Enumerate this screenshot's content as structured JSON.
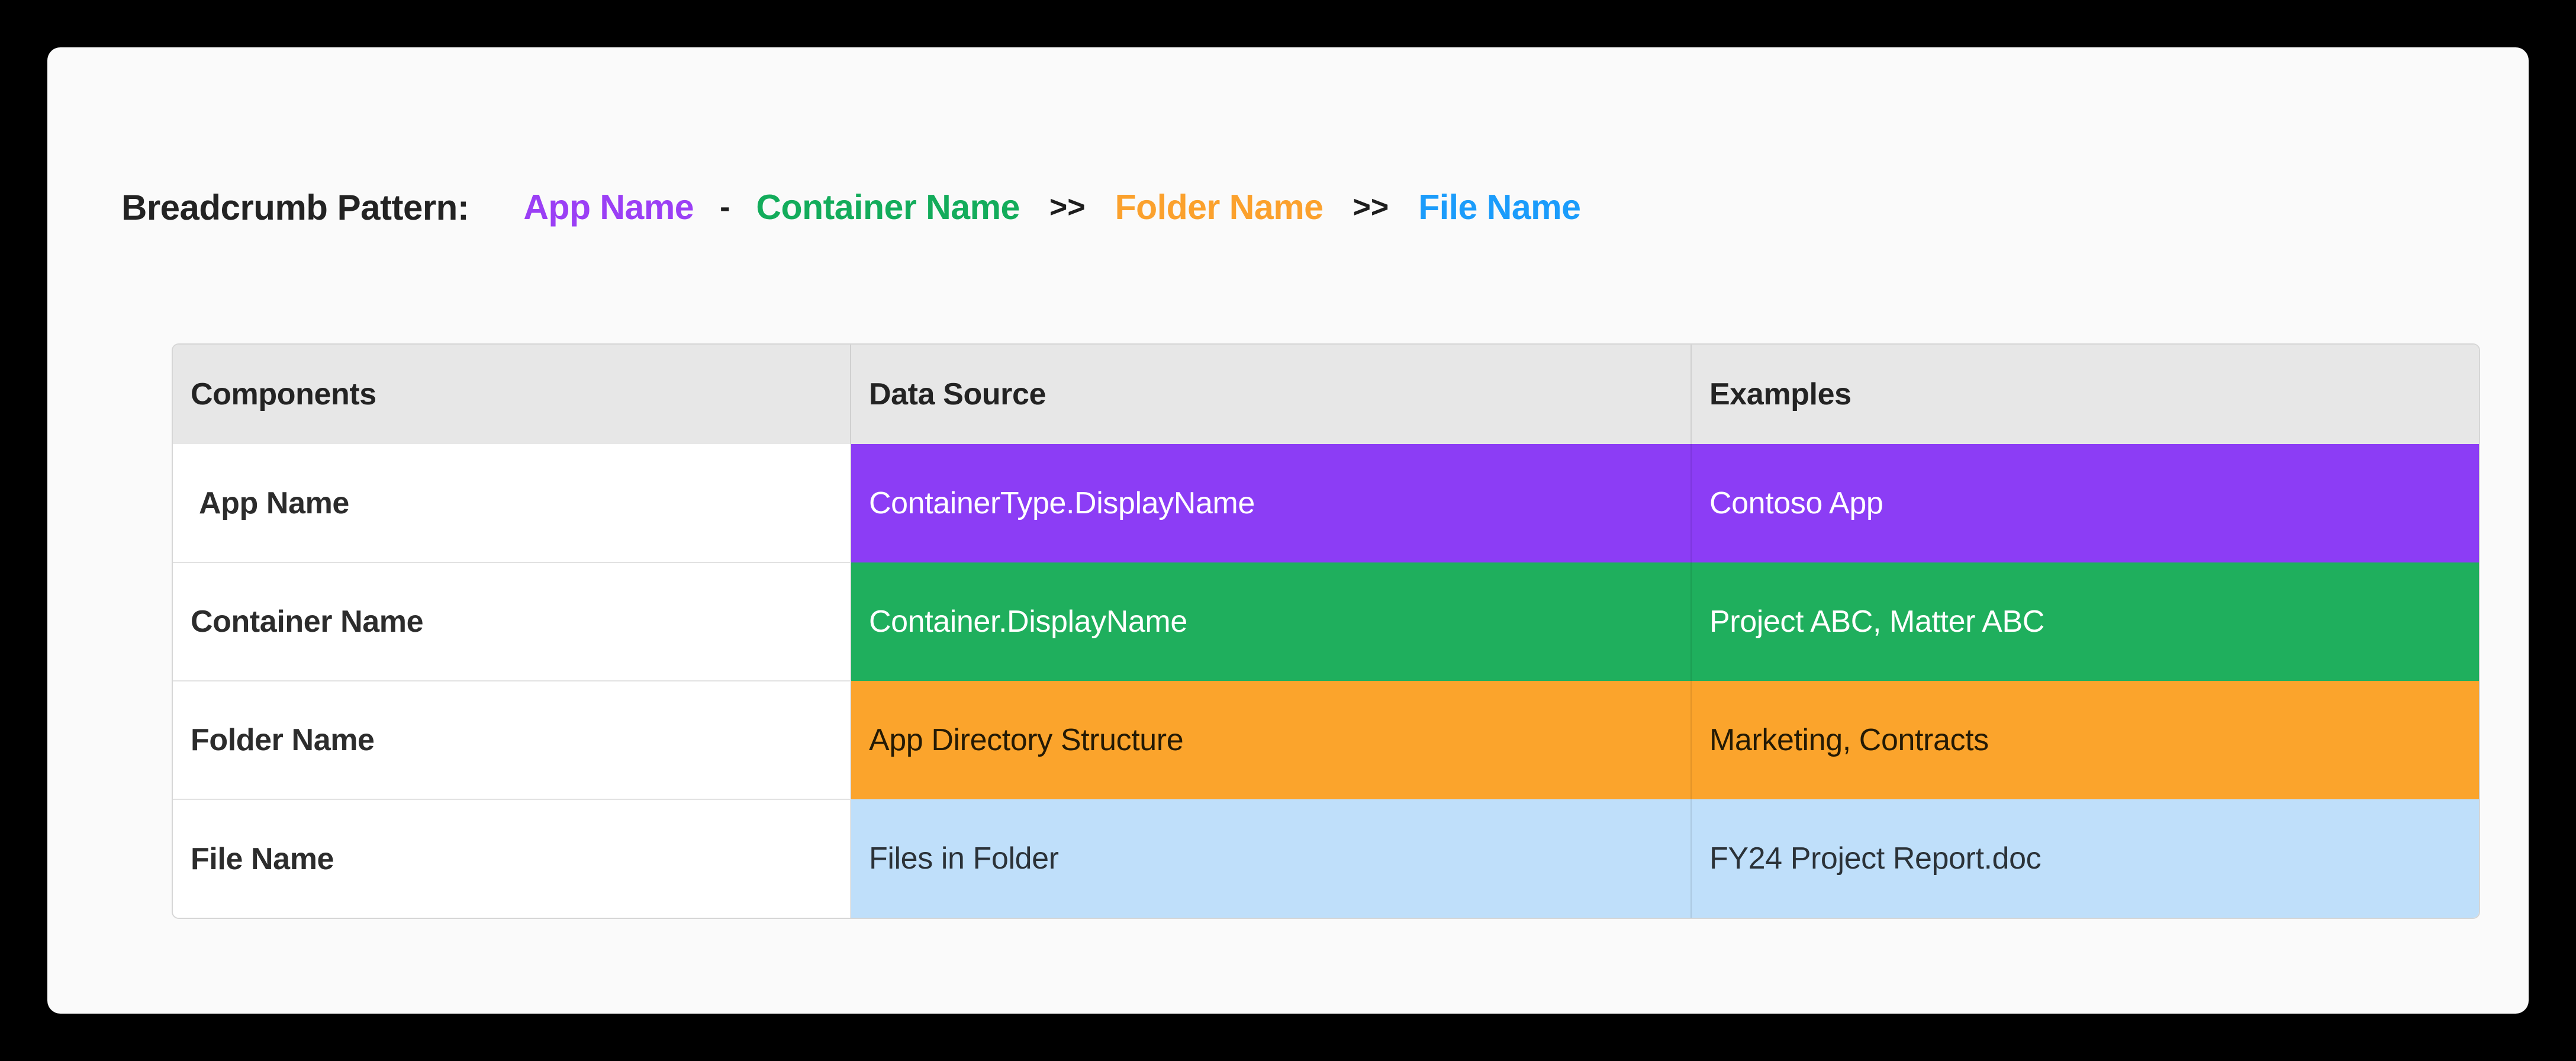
{
  "card": {
    "background": "#fafafa"
  },
  "breadcrumb": {
    "label": "Breadcrumb Pattern:",
    "separator_dash": "-",
    "separator_chevron": ">>",
    "crumbs": [
      {
        "text": "App Name",
        "color": "#9b3ff5"
      },
      {
        "text": "Container Name",
        "color": "#13ac5b"
      },
      {
        "text": "Folder Name",
        "color": "#fba12d"
      },
      {
        "text": "File Name",
        "color": "#1b9cfb"
      }
    ]
  },
  "table": {
    "headers": [
      "Components",
      "Data Source",
      "Examples"
    ],
    "rows": [
      {
        "component": "App Name",
        "data_source": "ContainerType.DisplayName",
        "example": "Contoso App",
        "fill": "#8c3df5",
        "text_color": "#ffffff"
      },
      {
        "component": "Container Name",
        "data_source": "Container.DisplayName",
        "example": "Project ABC, Matter ABC",
        "fill": "#1faf5d",
        "text_color": "#ffffff"
      },
      {
        "component": "Folder Name",
        "data_source": "App Directory Structure",
        "example": "Marketing, Contracts",
        "fill": "#fba42c",
        "text_color": "#241a05"
      },
      {
        "component": "File Name",
        "data_source": "Files in Folder",
        "example": "FY24 Project Report.doc",
        "fill": "#bfdffa",
        "text_color": "#2b3238"
      }
    ],
    "header_fill": "#e7e7e7",
    "header_text_color": "#232323",
    "label_text_color": "#2c2c2c"
  }
}
